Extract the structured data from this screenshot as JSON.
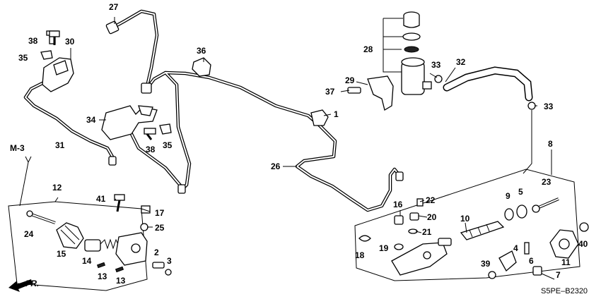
{
  "diagram": {
    "section_ref": "M-3",
    "front_marker": "FR.",
    "drawing_code": "S5PE–B2320",
    "callouts": [
      {
        "id": "c1",
        "label": "1"
      },
      {
        "id": "c2",
        "label": "2"
      },
      {
        "id": "c3",
        "label": "3"
      },
      {
        "id": "c4",
        "label": "4"
      },
      {
        "id": "c5",
        "label": "5"
      },
      {
        "id": "c6",
        "label": "6"
      },
      {
        "id": "c7",
        "label": "7"
      },
      {
        "id": "c8",
        "label": "8"
      },
      {
        "id": "c9",
        "label": "9"
      },
      {
        "id": "c10",
        "label": "10"
      },
      {
        "id": "c11",
        "label": "11"
      },
      {
        "id": "c12",
        "label": "12"
      },
      {
        "id": "c13a",
        "label": "13"
      },
      {
        "id": "c13b",
        "label": "13"
      },
      {
        "id": "c14",
        "label": "14"
      },
      {
        "id": "c15",
        "label": "15"
      },
      {
        "id": "c16",
        "label": "16"
      },
      {
        "id": "c17",
        "label": "17"
      },
      {
        "id": "c18",
        "label": "18"
      },
      {
        "id": "c19",
        "label": "19"
      },
      {
        "id": "c20",
        "label": "20"
      },
      {
        "id": "c21",
        "label": "21"
      },
      {
        "id": "c22",
        "label": "22"
      },
      {
        "id": "c23",
        "label": "23"
      },
      {
        "id": "c24",
        "label": "24"
      },
      {
        "id": "c25",
        "label": "25"
      },
      {
        "id": "c26",
        "label": "26"
      },
      {
        "id": "c27",
        "label": "27"
      },
      {
        "id": "c28",
        "label": "28"
      },
      {
        "id": "c29",
        "label": "29"
      },
      {
        "id": "c30",
        "label": "30"
      },
      {
        "id": "c31",
        "label": "31"
      },
      {
        "id": "c32",
        "label": "32"
      },
      {
        "id": "c33a",
        "label": "33"
      },
      {
        "id": "c33b",
        "label": "33"
      },
      {
        "id": "c34",
        "label": "34"
      },
      {
        "id": "c35a",
        "label": "35"
      },
      {
        "id": "c35b",
        "label": "35"
      },
      {
        "id": "c36",
        "label": "36"
      },
      {
        "id": "c37",
        "label": "37"
      },
      {
        "id": "c38a",
        "label": "38"
      },
      {
        "id": "c38b",
        "label": "38"
      },
      {
        "id": "c39",
        "label": "39"
      },
      {
        "id": "c40",
        "label": "40"
      },
      {
        "id": "c41",
        "label": "41"
      }
    ]
  }
}
